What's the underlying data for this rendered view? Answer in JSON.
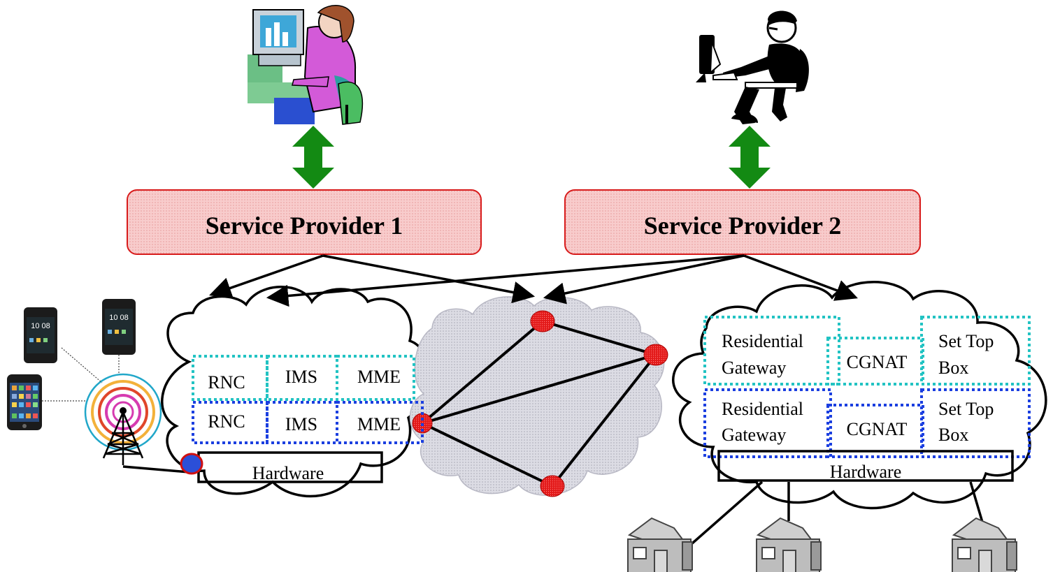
{
  "service_providers": [
    {
      "label": "Service Provider 1"
    },
    {
      "label": "Service Provider 2"
    }
  ],
  "left_cloud": {
    "row1": [
      "RNC",
      "IMS",
      "MME"
    ],
    "row2": [
      "RNC",
      "IMS",
      "MME"
    ],
    "hardware_label": "Hardware"
  },
  "right_cloud": {
    "row1": [
      "Residential",
      "Gateway",
      "CGNAT",
      "Set Top",
      "Box"
    ],
    "row2": [
      "Residential",
      "Gateway",
      "CGNAT",
      "Set Top",
      "Box"
    ],
    "hardware_label": "Hardware"
  },
  "colors": {
    "provider_fill": "#f6c3c3",
    "provider_stroke": "#d81b1b",
    "arrow_green": "#138a13",
    "cyan_dotted": "#22c3c3",
    "blue_dotted": "#1b3fe0",
    "node_red": "#e01616",
    "core_cloud_fill": "#d8d8e0"
  },
  "phone_screen_time": [
    "10 08",
    "10 08"
  ]
}
